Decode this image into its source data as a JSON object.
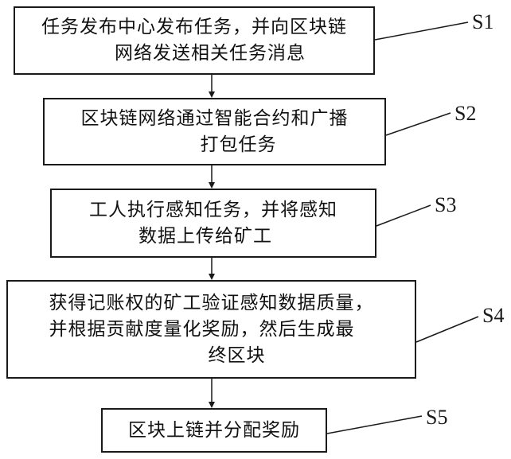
{
  "steps": [
    {
      "id": "S1",
      "lines": [
        "任务发布中心发布任务，并向区块链",
        "网络发送相关任务消息"
      ]
    },
    {
      "id": "S2",
      "lines": [
        "区块链网络通过智能合约和广播",
        "打包任务"
      ]
    },
    {
      "id": "S3",
      "lines": [
        "工人执行感知任务，并将感知",
        "数据上传给矿工"
      ]
    },
    {
      "id": "S4",
      "lines": [
        "获得记账权的矿工验证感知数据质量，",
        "并根据贡献度量化奖励，然后生成最",
        "终区块"
      ]
    },
    {
      "id": "S5",
      "lines": [
        "区块上链并分配奖励"
      ]
    }
  ],
  "colors": {
    "stroke": "#1a1a1a",
    "background": "#ffffff"
  }
}
